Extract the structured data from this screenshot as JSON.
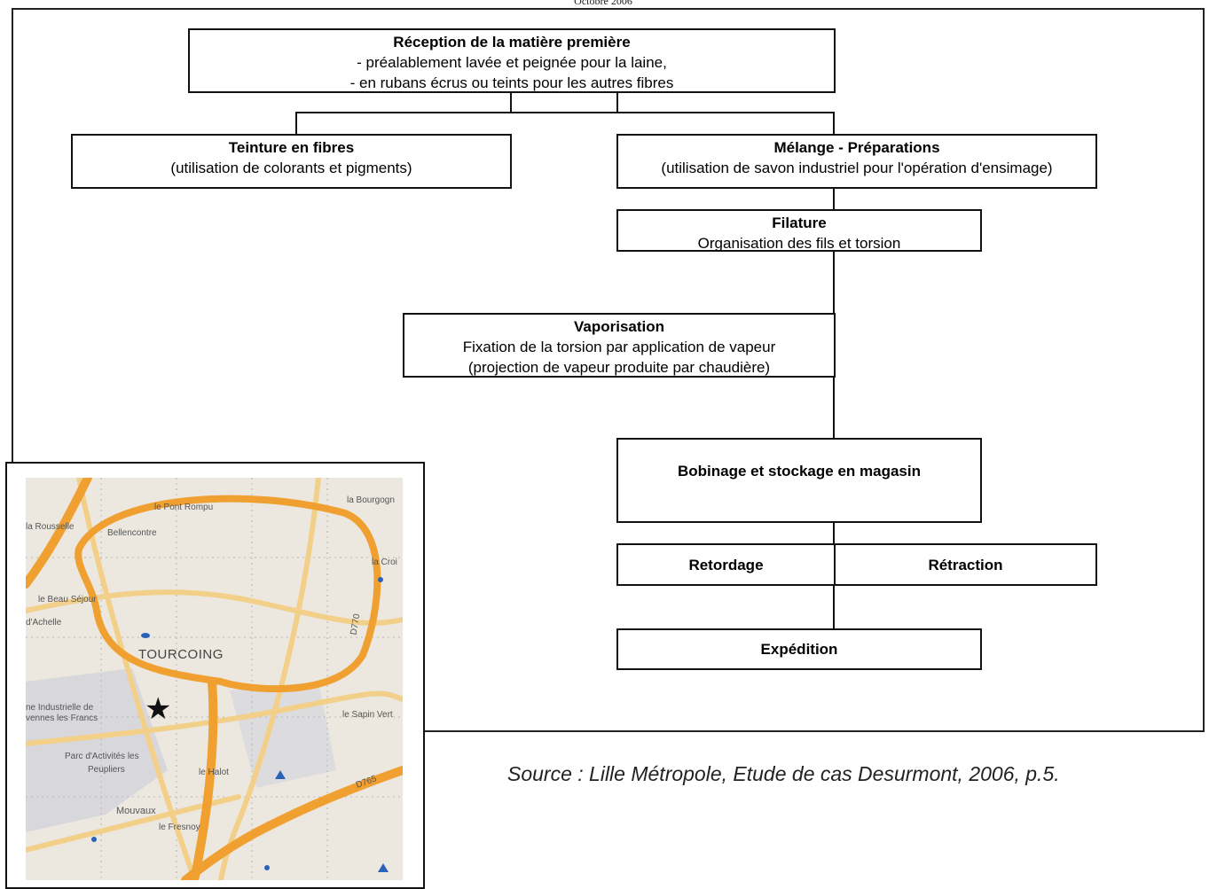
{
  "header": {
    "caption": "Octobre 2006"
  },
  "flowchart": {
    "reception": {
      "title": "Réception de la matière première",
      "line1": "- préalablement lavée et peignée pour la laine,",
      "line2": "- en rubans écrus ou teints pour les autres fibres"
    },
    "teinture": {
      "title": "Teinture en fibres",
      "line1": "(utilisation de colorants et pigments)"
    },
    "melange": {
      "title": "Mélange - Préparations",
      "line1": "(utilisation de savon industriel pour l'opération d'ensimage)"
    },
    "filature": {
      "title": "Filature",
      "line1": "Organisation des fils et torsion"
    },
    "vaporisation": {
      "title": "Vaporisation",
      "line1": "Fixation de la torsion par application de vapeur",
      "line2": "(projection de vapeur produite par chaudière)"
    },
    "bobinage": {
      "title": "Bobinage et stockage en magasin"
    },
    "retordage": {
      "title": "Retordage"
    },
    "retraction": {
      "title": "Rétraction"
    },
    "expedition": {
      "title": "Expédition"
    }
  },
  "source": "Source : Lille Métropole, Etude de cas Desurmont, 2006, p.5.",
  "map": {
    "city": "TOURCOING",
    "labels": {
      "pont_rompu": "le Pont Rompu",
      "bourgogne": "la Bourgogn",
      "rousselle": "la Rousselle",
      "bellencontre": "Bellencontre",
      "croix": "la Croi",
      "beau_sejour": "le Beau Séjour",
      "achelle": "d'Achelle",
      "d770": "D770",
      "zone1": "ne Industrielle de",
      "zone2": "vennes les Francs",
      "sapin_vert": "le Sapin Vert",
      "parc1": "Parc d'Activités les",
      "parc2": "Peupliers",
      "halot": "le Halot",
      "d765": "D765",
      "mouvaux": "Mouvaux",
      "fresnoy": "le Fresnoy"
    },
    "colors": {
      "road_major": "#f0a030",
      "road_secondary": "#f3d08a",
      "land": "#ece8e0",
      "water": "#2a62b8"
    }
  }
}
